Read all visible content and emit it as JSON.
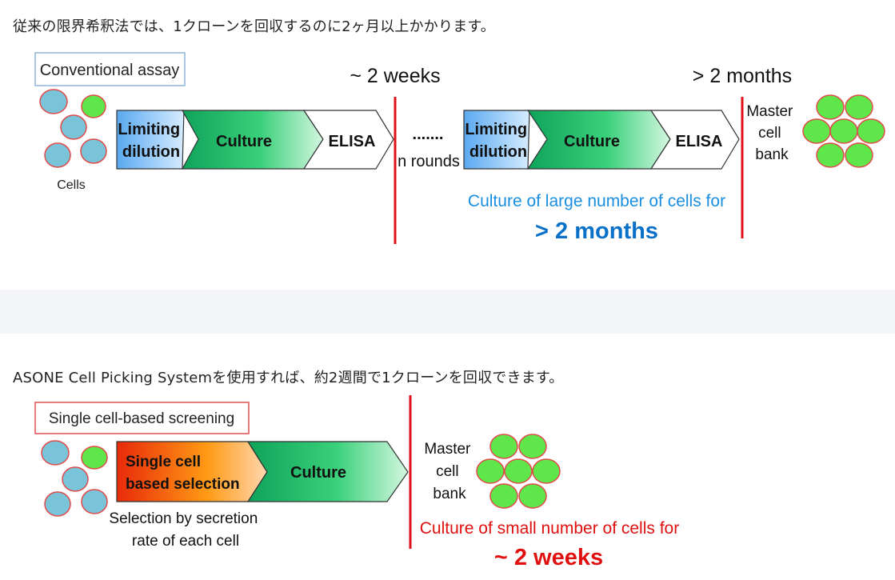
{
  "section1": {
    "heading": "従来の限界希釈法では、1クローンを回収するのに2ヶ月以上かかります。",
    "legend_box": "Conventional assay",
    "label_2weeks": "~ 2 weeks",
    "label_2months": "> 2 months",
    "cells_label": "Cells",
    "steps": [
      "Limiting|dilution",
      "Culture",
      "ELISA"
    ],
    "dots": ".......",
    "n_rounds": "n rounds",
    "master_bank": "Master|cell|bank",
    "note_line1": "Culture of large number of cells for",
    "note_line2": "> 2 months"
  },
  "section2": {
    "heading": "ASONE Cell Picking Systemを使用すれば、約2週間で1クローンを回収できます。",
    "legend_box": "Single cell-based screening",
    "steps": [
      "Single cell|based selection",
      "Culture"
    ],
    "selection_caption": "Selection by secretion|rate of each cell",
    "master_bank": "Master|cell|bank",
    "note_line1": "Culture of small number of cells for",
    "note_line2": "~ 2 weeks"
  },
  "colors": {
    "blue_cell": "#79c4d8",
    "green_cell": "#5ee64a",
    "cell_outline": "#e24a4a",
    "red_line": "#e0101a",
    "blue_note": "#1a8fe0",
    "bold_blue_note": "#0a70c8",
    "red_note": "#e01010"
  },
  "icons": [
    "cell-circle-icon",
    "chevron-arrow-icon"
  ]
}
